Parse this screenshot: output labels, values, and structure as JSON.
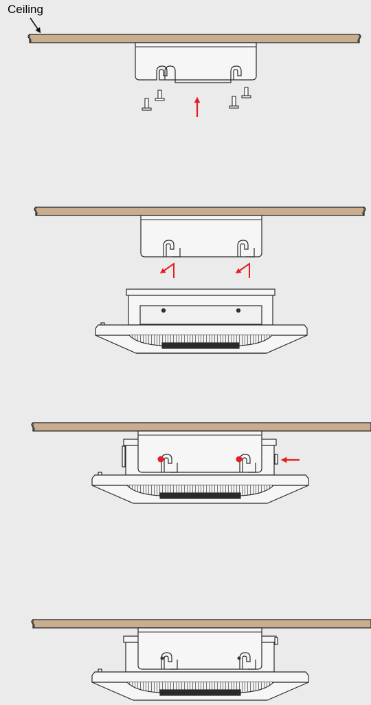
{
  "labels": {
    "ceiling": "Ceiling"
  },
  "colors": {
    "background": "#ebebeb",
    "ceiling_fill": "#c8ad8f",
    "line": "#2a2a2a",
    "part_fill": "#f6f6f6",
    "accent_red": "#e41e24"
  },
  "steps": [
    {
      "id": "step-1-bracket-and-screws",
      "icons": [
        "up-arrow-icon",
        "screw-icon"
      ]
    },
    {
      "id": "step-2-lift-unit",
      "icons": [
        "hook-arrow-icon"
      ]
    },
    {
      "id": "step-3-hang-and-slide",
      "icons": [
        "left-arrow-icon",
        "hook-point-icon"
      ]
    },
    {
      "id": "step-4-installed",
      "icons": []
    }
  ]
}
